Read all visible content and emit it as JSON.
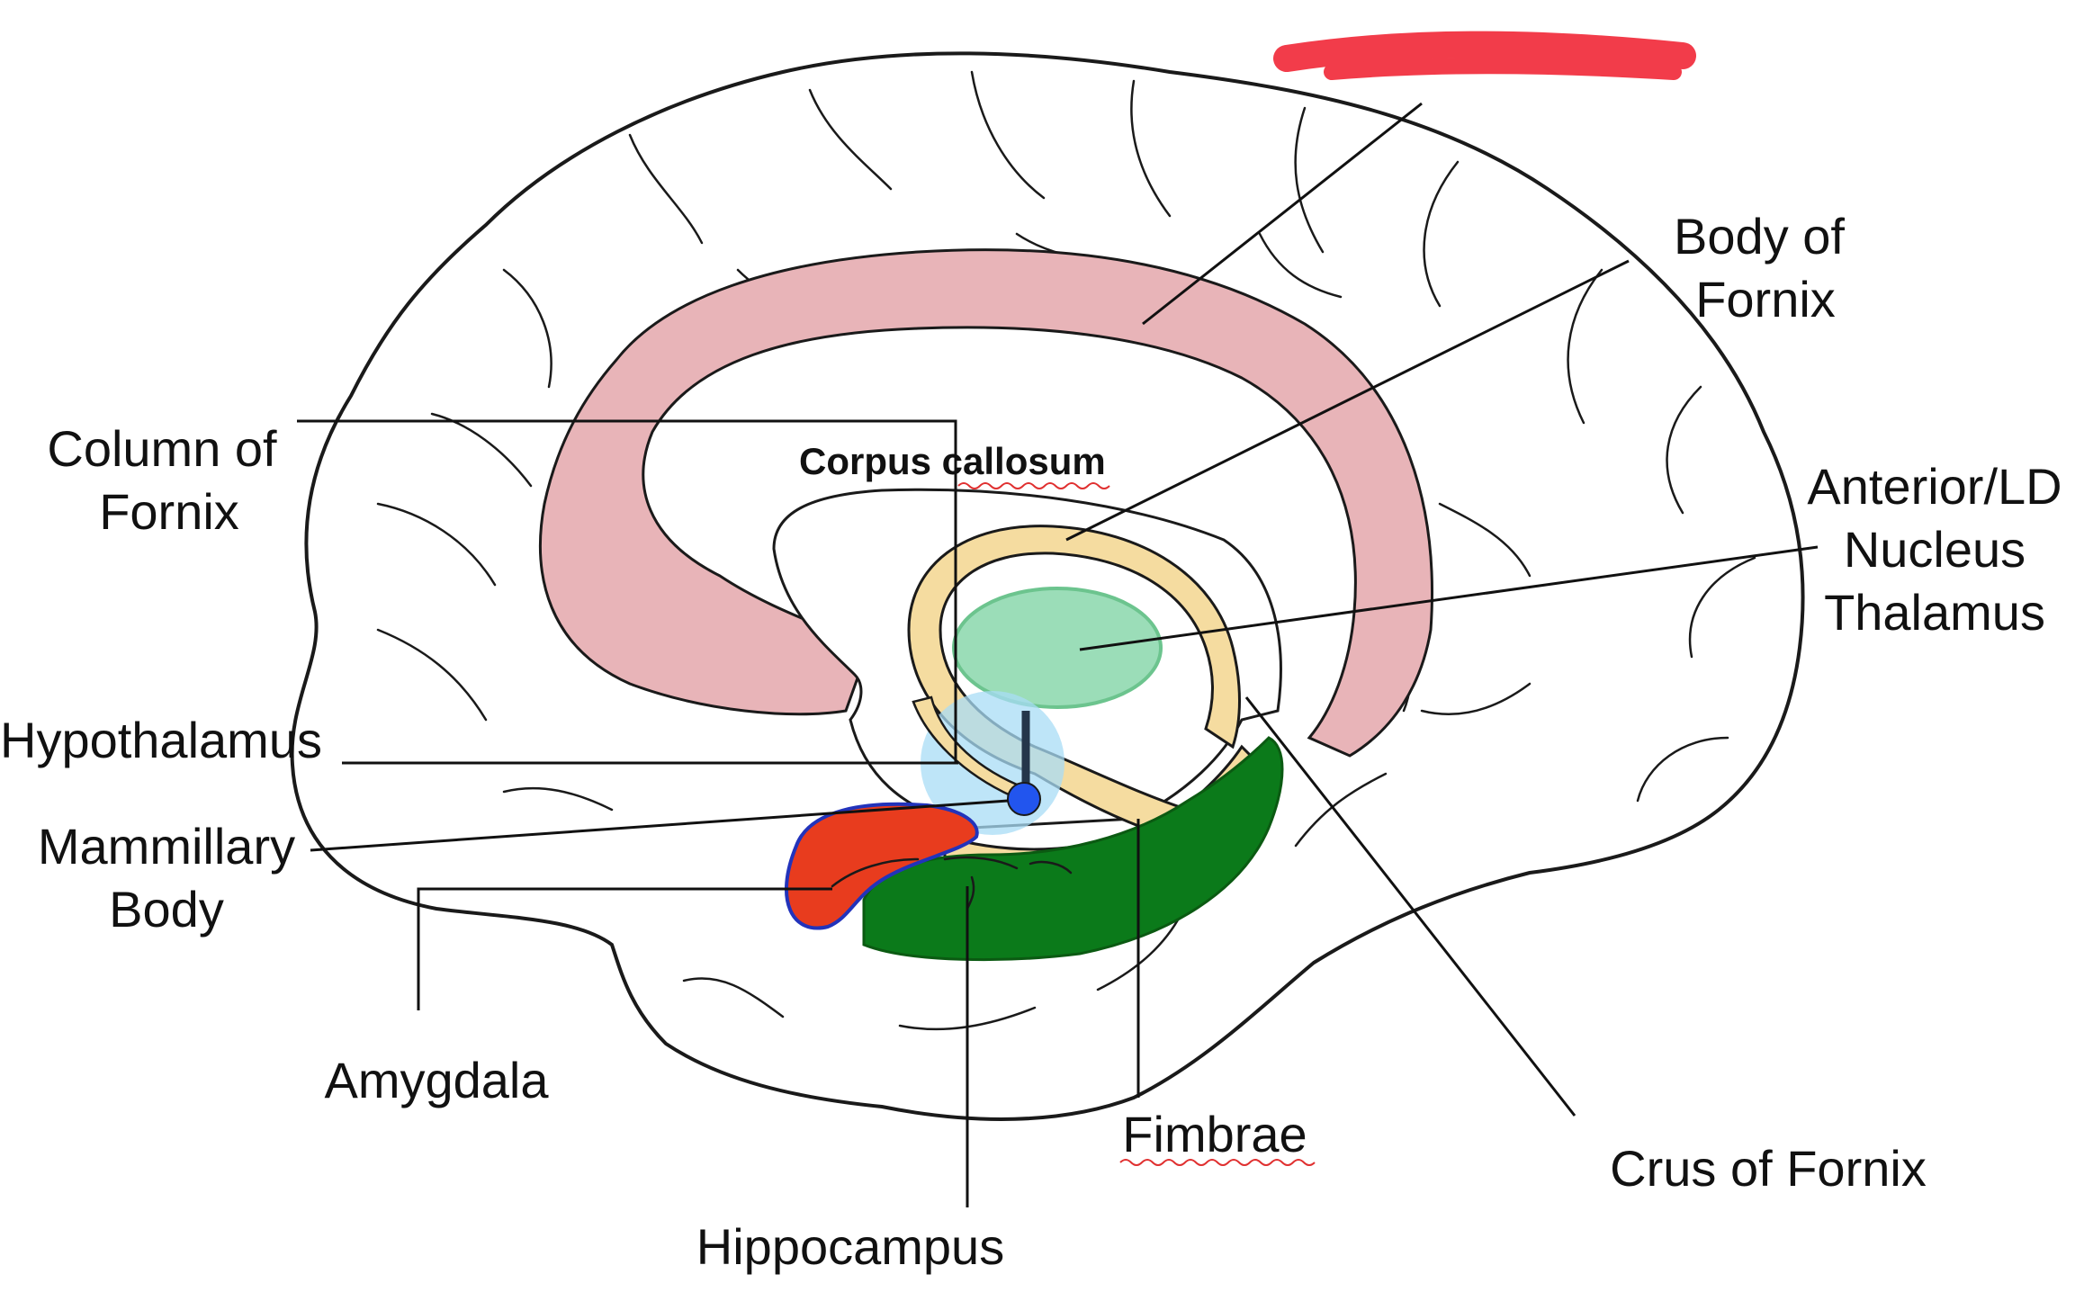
{
  "labels": {
    "body_of_fornix": [
      "Body of",
      "Fornix"
    ],
    "column_of_fornix": [
      "Column of",
      "Fornix"
    ],
    "corpus_callosum": "Corpus callosum",
    "anterior_nucleus": [
      "Anterior/LD",
      "Nucleus",
      "Thalamus"
    ],
    "hypothalamus": "Hypothalamus",
    "mammillary_body": [
      "Mammillary",
      "Body"
    ],
    "amygdala": "Amygdala",
    "hippocampus": "Hippocampus",
    "fimbrae": "Fimbrae",
    "crus_of_fornix": "Crus of Fornix"
  },
  "colors": {
    "corpus_callosum_fill": "#e8b4b8",
    "fornix_fill": "#f5dca0",
    "thalamus_fill": "#90d9b0",
    "hypothalamus_fill": "#a8dcf5",
    "mammillary_fill": "#2255ee",
    "amygdala_fill": "#e83c1e",
    "hippocampus_fill": "#0b7a1a",
    "redaction": "#f23c4a"
  }
}
